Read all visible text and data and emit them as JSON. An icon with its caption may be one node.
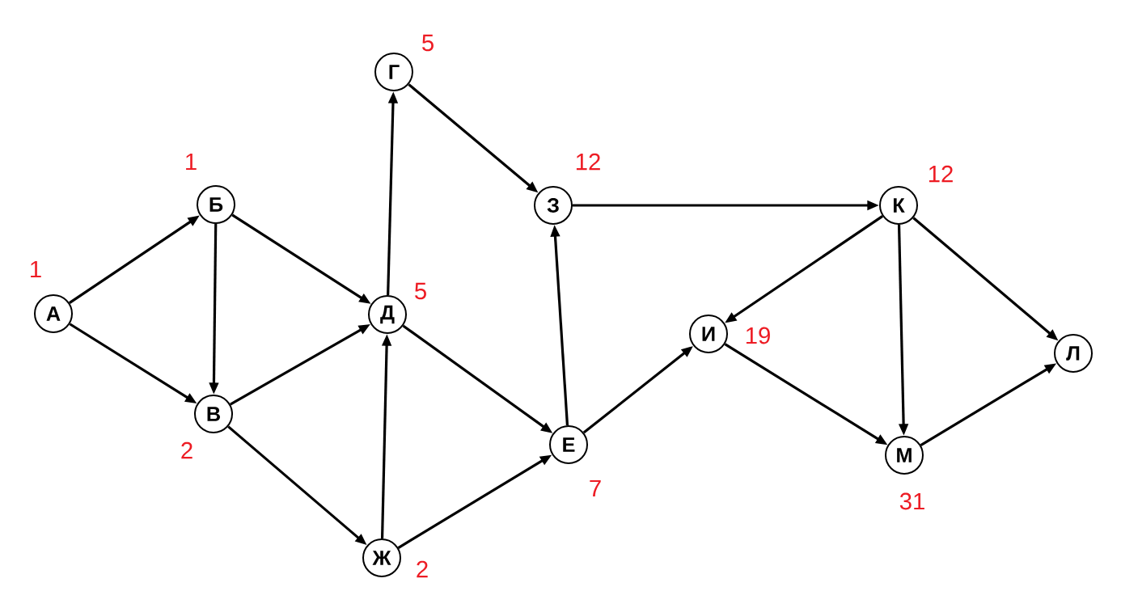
{
  "diagram": {
    "nodes": [
      {
        "text": [
          "А"
        ],
        "beside": [
          "1"
        ]
      },
      {
        "text": [
          "Б"
        ],
        "beside": [
          "1"
        ]
      },
      {
        "text": [
          "В"
        ],
        "beside": [
          "2"
        ]
      },
      {
        "text": [
          "Г"
        ],
        "beside": [
          "5"
        ]
      },
      {
        "text": [
          "Д"
        ],
        "beside": [
          "5"
        ]
      },
      {
        "text": [
          "Е"
        ],
        "beside": [
          "7"
        ]
      },
      {
        "text": [
          "Ж"
        ],
        "beside": [
          "2"
        ]
      },
      {
        "text": [
          "З"
        ],
        "beside": [
          "12"
        ]
      },
      {
        "text": [
          "И"
        ],
        "beside": [
          "19"
        ]
      },
      {
        "text": [
          "К"
        ],
        "beside": [
          "12"
        ]
      },
      {
        "text": [
          "Л"
        ]
      },
      {
        "text": [
          "М"
        ],
        "beside": [
          "31"
        ]
      }
    ],
    "edges": [
      {
        "from": 0,
        "to": 1,
        "arrow": "to"
      },
      {
        "from": 0,
        "to": 2,
        "arrow": "to"
      },
      {
        "from": 1,
        "to": 2,
        "arrow": "to"
      },
      {
        "from": 1,
        "to": 4,
        "arrow": "to"
      },
      {
        "from": 2,
        "to": 4,
        "arrow": "to"
      },
      {
        "from": 2,
        "to": 6,
        "arrow": "to"
      },
      {
        "from": 6,
        "to": 4,
        "arrow": "to"
      },
      {
        "from": 4,
        "to": 3,
        "arrow": "to"
      },
      {
        "from": 3,
        "to": 7,
        "arrow": "to"
      },
      {
        "from": 4,
        "to": 5,
        "arrow": "to"
      },
      {
        "from": 6,
        "to": 5,
        "arrow": "to"
      },
      {
        "from": 5,
        "to": 7,
        "arrow": "to"
      },
      {
        "from": 5,
        "to": 8,
        "arrow": "to"
      },
      {
        "from": 7,
        "to": 9,
        "arrow": "to"
      },
      {
        "from": 9,
        "to": 8,
        "arrow": "to"
      },
      {
        "from": 9,
        "to": 11,
        "arrow": "to"
      },
      {
        "from": 9,
        "to": 10,
        "arrow": "to"
      },
      {
        "from": 8,
        "to": 11,
        "arrow": "to"
      },
      {
        "from": 11,
        "to": 10,
        "arrow": "to"
      }
    ]
  }
}
